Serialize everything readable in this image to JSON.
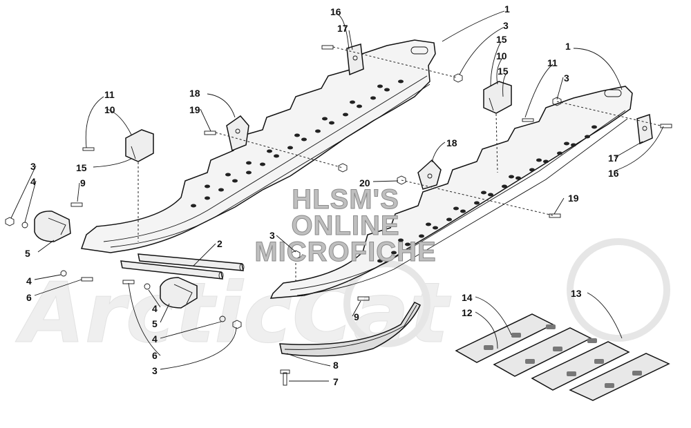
{
  "watermark": {
    "line1": "HLSM'S",
    "line2": "ONLINE",
    "line3": "MICROFICHE",
    "logo": "ArcticCat"
  },
  "callouts": [
    {
      "id": "c16a",
      "text": "16"
    },
    {
      "id": "c17a",
      "text": "17"
    },
    {
      "id": "c1a",
      "text": "1"
    },
    {
      "id": "c3a",
      "text": "3"
    },
    {
      "id": "c15a",
      "text": "15"
    },
    {
      "id": "c10a",
      "text": "10"
    },
    {
      "id": "c15b",
      "text": "15"
    },
    {
      "id": "c1b",
      "text": "1"
    },
    {
      "id": "c11a",
      "text": "11"
    },
    {
      "id": "c3b",
      "text": "3"
    },
    {
      "id": "c11b",
      "text": "11"
    },
    {
      "id": "c10b",
      "text": "10"
    },
    {
      "id": "c18a",
      "text": "18"
    },
    {
      "id": "c19a",
      "text": "19"
    },
    {
      "id": "c15c",
      "text": "15"
    },
    {
      "id": "c3c",
      "text": "3"
    },
    {
      "id": "c4a",
      "text": "4"
    },
    {
      "id": "c9a",
      "text": "9"
    },
    {
      "id": "c18b",
      "text": "18"
    },
    {
      "id": "c20",
      "text": "20"
    },
    {
      "id": "c17b",
      "text": "17"
    },
    {
      "id": "c16b",
      "text": "16"
    },
    {
      "id": "c19b",
      "text": "19"
    },
    {
      "id": "c5a",
      "text": "5"
    },
    {
      "id": "c2",
      "text": "2"
    },
    {
      "id": "c3d",
      "text": "3"
    },
    {
      "id": "c4b",
      "text": "4"
    },
    {
      "id": "c6a",
      "text": "6"
    },
    {
      "id": "c4c",
      "text": "4"
    },
    {
      "id": "c5b",
      "text": "5"
    },
    {
      "id": "c4d",
      "text": "4"
    },
    {
      "id": "c9b",
      "text": "9"
    },
    {
      "id": "c14",
      "text": "14"
    },
    {
      "id": "c13",
      "text": "13"
    },
    {
      "id": "c12",
      "text": "12"
    },
    {
      "id": "c6b",
      "text": "6"
    },
    {
      "id": "c3e",
      "text": "3"
    },
    {
      "id": "c8",
      "text": "8"
    },
    {
      "id": "c7",
      "text": "7"
    }
  ]
}
